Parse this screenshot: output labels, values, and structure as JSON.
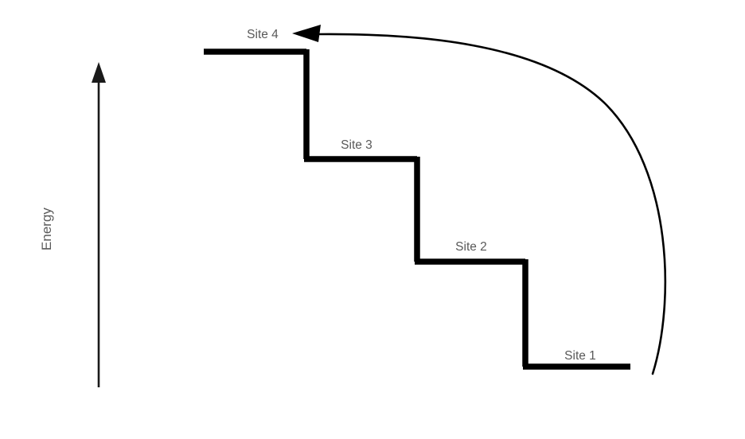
{
  "figure": {
    "kind": "energy-level-step-diagram",
    "background_color": "#ffffff",
    "step_color": "#000000",
    "label_color": "#595959",
    "axis_color": "#1a1a1a"
  },
  "axis": {
    "label": "Energy",
    "direction": "up",
    "arrow_icon": "up-arrow-icon"
  },
  "steps": [
    {
      "label": "Site 4",
      "level": 4
    },
    {
      "label": "Site 3",
      "level": 3
    },
    {
      "label": "Site 2",
      "level": 2
    },
    {
      "label": "Site 1",
      "level": 1
    }
  ],
  "return_arrow": {
    "name": "curved-return-arrow",
    "arrowhead_icon": "left-arrowhead-icon",
    "points_to": "Site 4",
    "starts_from": "Site 1"
  },
  "chart_data": {
    "type": "line",
    "title": "",
    "xlabel": "",
    "ylabel": "Energy",
    "categories": [
      "Site 1",
      "Site 2",
      "Site 3",
      "Site 4"
    ],
    "values": [
      1,
      2,
      3,
      4
    ],
    "annotations": [
      "Site 4",
      "Site 3",
      "Site 2",
      "Site 1"
    ],
    "grid": false,
    "legend": "none"
  }
}
